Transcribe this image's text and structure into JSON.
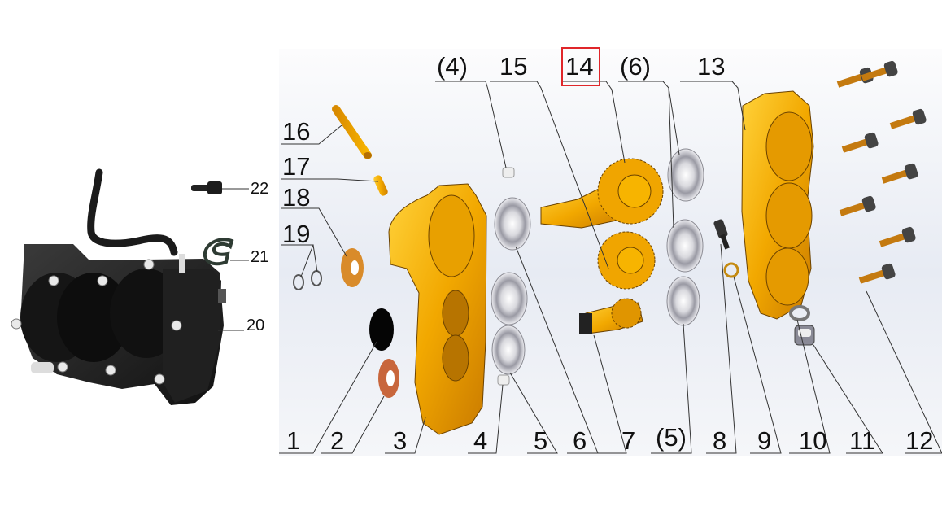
{
  "diagram": {
    "type": "exploded-parts-view",
    "subject": "gearbox assembly",
    "highlight_color": "#e0262a",
    "part_color": "#f2a800",
    "highlighted_label": "14",
    "assembly_labels": {
      "l20": "20",
      "l21": "21",
      "l22": "22"
    },
    "top_labels": {
      "l4p": "(4)",
      "l15": "15",
      "l14": "14",
      "l6p": "(6)",
      "l13": "13"
    },
    "left_labels": {
      "l16": "16",
      "l17": "17",
      "l18": "18",
      "l19": "19"
    },
    "bottom_labels": {
      "l1": "1",
      "l2": "2",
      "l3": "3",
      "l4": "4",
      "l5": "5",
      "l6": "6",
      "l7": "7",
      "l5p": "(5)",
      "l8": "8",
      "l9": "9",
      "l10": "10",
      "l11": "11",
      "l12": "12"
    }
  }
}
